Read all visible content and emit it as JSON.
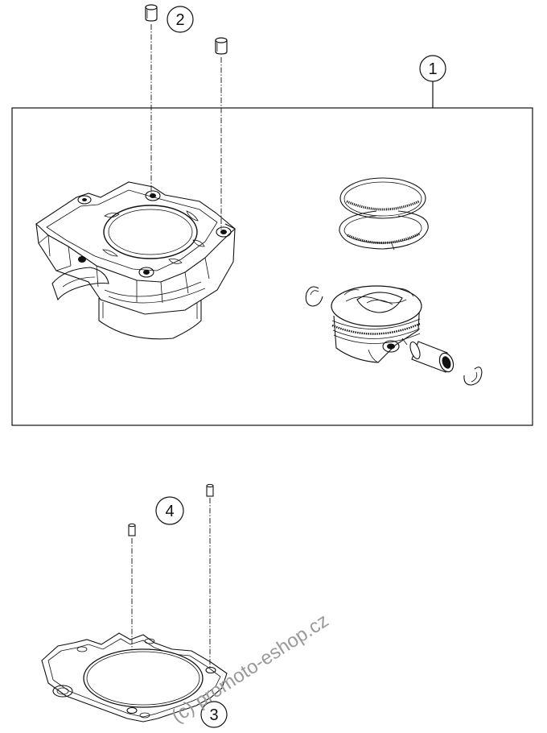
{
  "callouts": [
    {
      "id": "callout-1",
      "label": "1"
    },
    {
      "id": "callout-2",
      "label": "2"
    },
    {
      "id": "callout-3",
      "label": "3"
    },
    {
      "id": "callout-4",
      "label": "4"
    }
  ],
  "watermark": {
    "text": "(c) promoto-eshop.cz"
  },
  "colors": {
    "line": "#111111",
    "background": "#ffffff",
    "watermark": "#9a9a9a"
  }
}
